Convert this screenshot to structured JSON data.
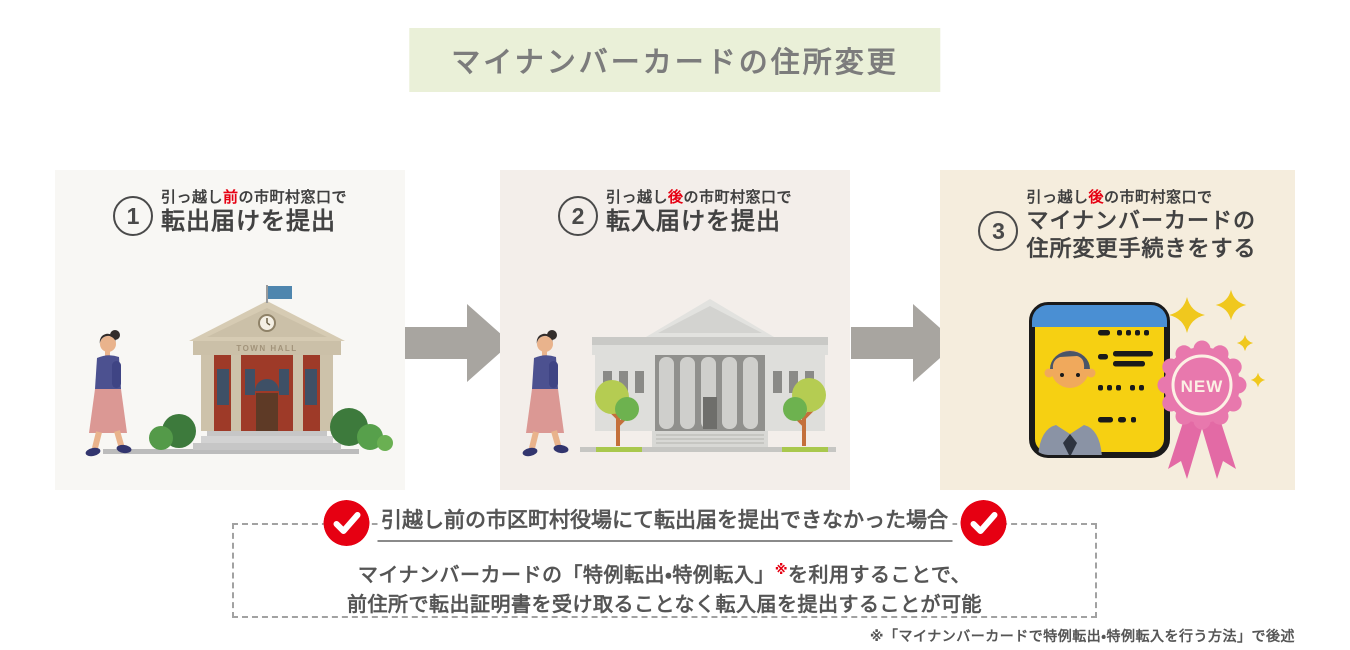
{
  "title": "マイナンバーカードの住所変更",
  "steps": [
    {
      "number": "1",
      "header_pre": "引っ越し",
      "header_red": "前",
      "header_post": "の市町村窓口で",
      "title_line1": "転出届けを提出",
      "title_line2": "",
      "building_sign": "TOWN HALL"
    },
    {
      "number": "2",
      "header_pre": "引っ越し",
      "header_red": "後",
      "header_post": "の市町村窓口で",
      "title_line1": "転入届けを提出",
      "title_line2": ""
    },
    {
      "number": "3",
      "header_pre": "引っ越し",
      "header_red": "後",
      "header_post": "の市町村窓口で",
      "title_line1": "マイナンバーカードの",
      "title_line2": "住所変更手続きをする",
      "badge_label": "NEW"
    }
  ],
  "note": {
    "heading": "引越し前の市区町村役場にて転出届を提出できなかった場合",
    "line1_pre": "マイナンバーカードの「特例転出・特例転入」",
    "line1_mark": "※",
    "line1_post": "を利用することで、",
    "line2": "前住所で転出証明書を受け取ることなく転入届を提出することが可能"
  },
  "footnote": "※「マイナンバーカードで特例転出・特例転入を行う方法」で後述",
  "colors": {
    "title_bg": "#eaf0d8",
    "title_text": "#7c7c7c",
    "panel1_bg": "#f8f7f4",
    "panel2_bg": "#f3eeea",
    "panel3_bg": "#f5eddd",
    "accent_red": "#e60012",
    "arrow_gray": "#a8a5a0",
    "text_dark": "#4a4a4a",
    "card_yellow": "#f6d012",
    "card_blue": "#4a8fd3",
    "badge_pink": "#e878ad",
    "sparkle_yellow": "#f0c81e"
  }
}
